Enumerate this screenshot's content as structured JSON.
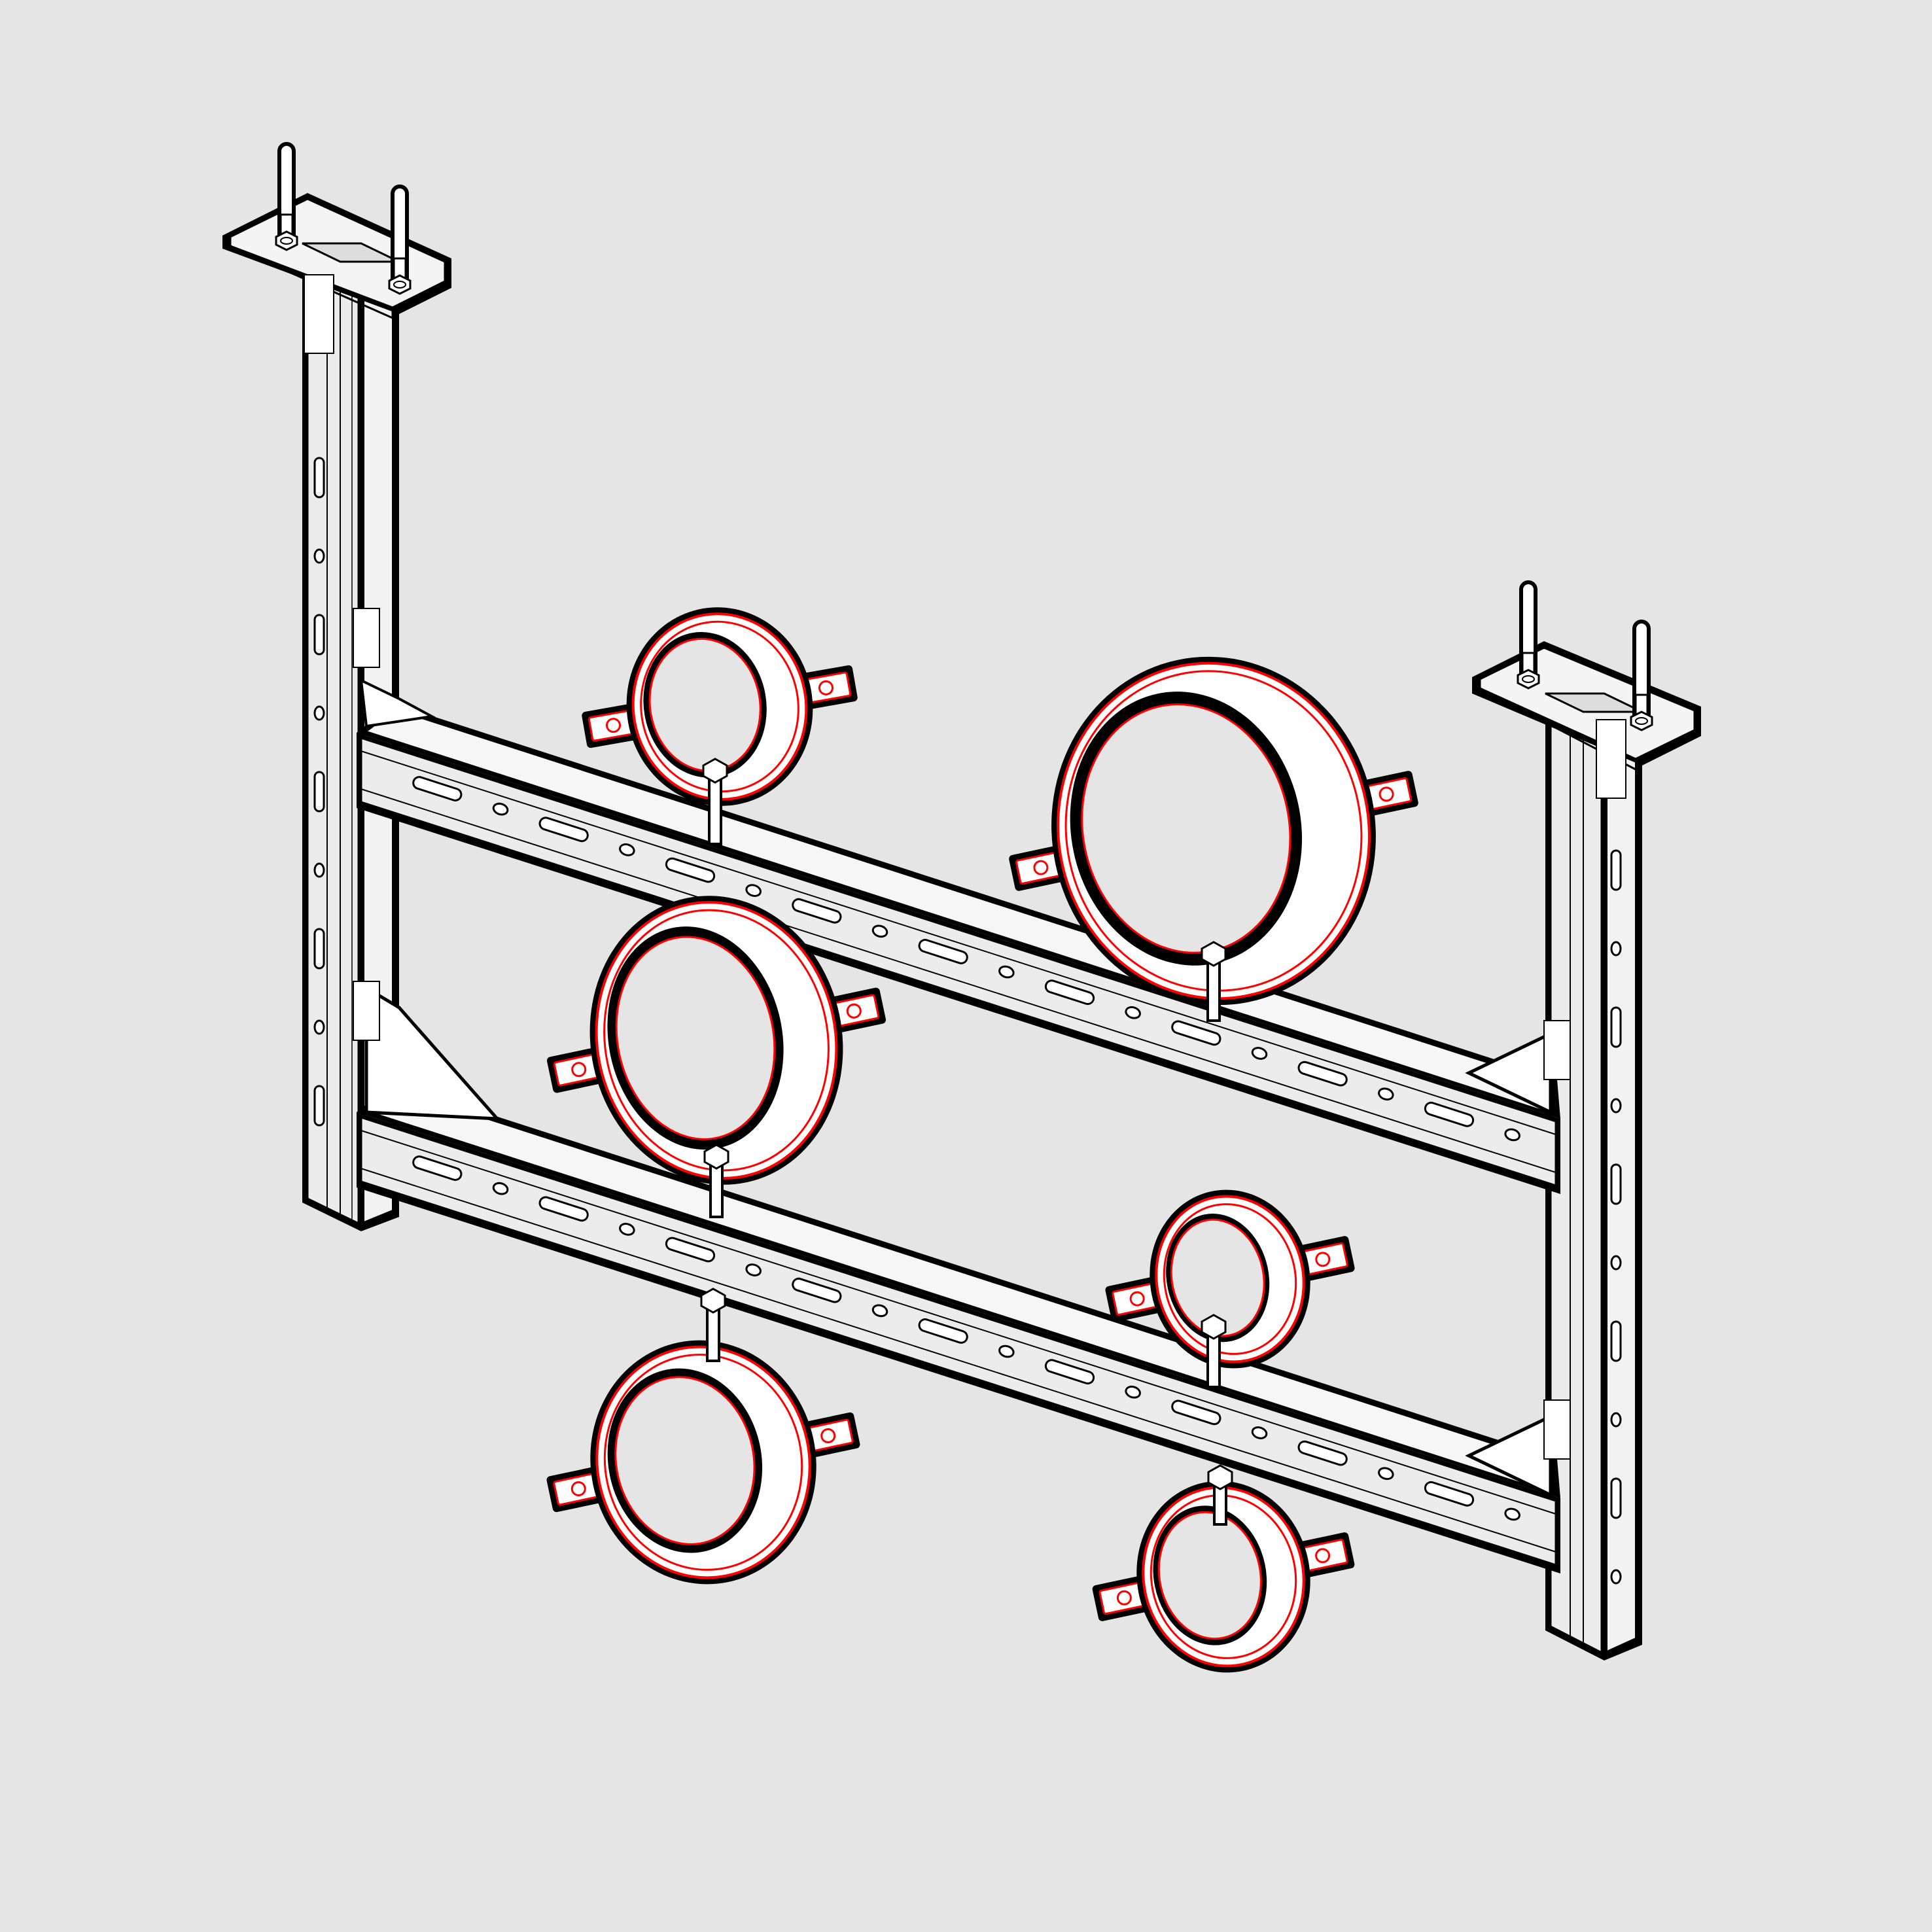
{
  "diagram": {
    "subject": "",
    "colors": {
      "background": "#e5e5e5",
      "steel_fill": "#ececec",
      "steel_outline": "#000000",
      "clamp_line": "#ff0000",
      "clamp_fill": "#ffffff",
      "clamp_shadow": "#000000"
    },
    "components": [
      {
        "id": "left-post",
        "kind": "vertical-channel"
      },
      {
        "id": "right-post",
        "kind": "vertical-channel"
      },
      {
        "id": "upper-beam",
        "kind": "horizontal-channel"
      },
      {
        "id": "lower-beam",
        "kind": "horizontal-channel"
      },
      {
        "id": "left-base-plate",
        "kind": "ceiling-plate"
      },
      {
        "id": "right-base-plate",
        "kind": "ceiling-plate"
      },
      {
        "id": "clamp-upper-small",
        "kind": "pipe-clamp"
      },
      {
        "id": "clamp-upper-large",
        "kind": "pipe-clamp"
      },
      {
        "id": "clamp-middle-large",
        "kind": "pipe-clamp"
      },
      {
        "id": "clamp-middle-small",
        "kind": "pipe-clamp"
      },
      {
        "id": "clamp-lower-left",
        "kind": "pipe-clamp"
      },
      {
        "id": "clamp-lower-right",
        "kind": "pipe-clamp"
      }
    ]
  }
}
